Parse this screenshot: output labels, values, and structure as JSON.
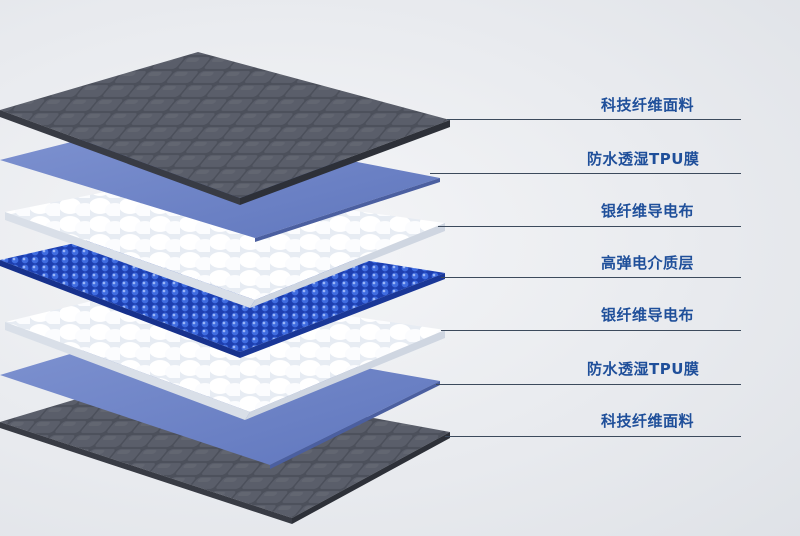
{
  "labels": [
    "科技纤维面料",
    "防水透湿TPU膜",
    "银纤维导电布",
    "高弹电介质层",
    "银纤维导电布",
    "防水透湿TPU膜",
    "科技纤维面料"
  ],
  "layer_colors": {
    "fabric": "#4a4d57",
    "tpu": "#6e84c6",
    "padding": "#ffffff",
    "dielectric": "#2f55c8",
    "label_text": "#1f4f9a",
    "leader_line": "#3c4a5c"
  }
}
